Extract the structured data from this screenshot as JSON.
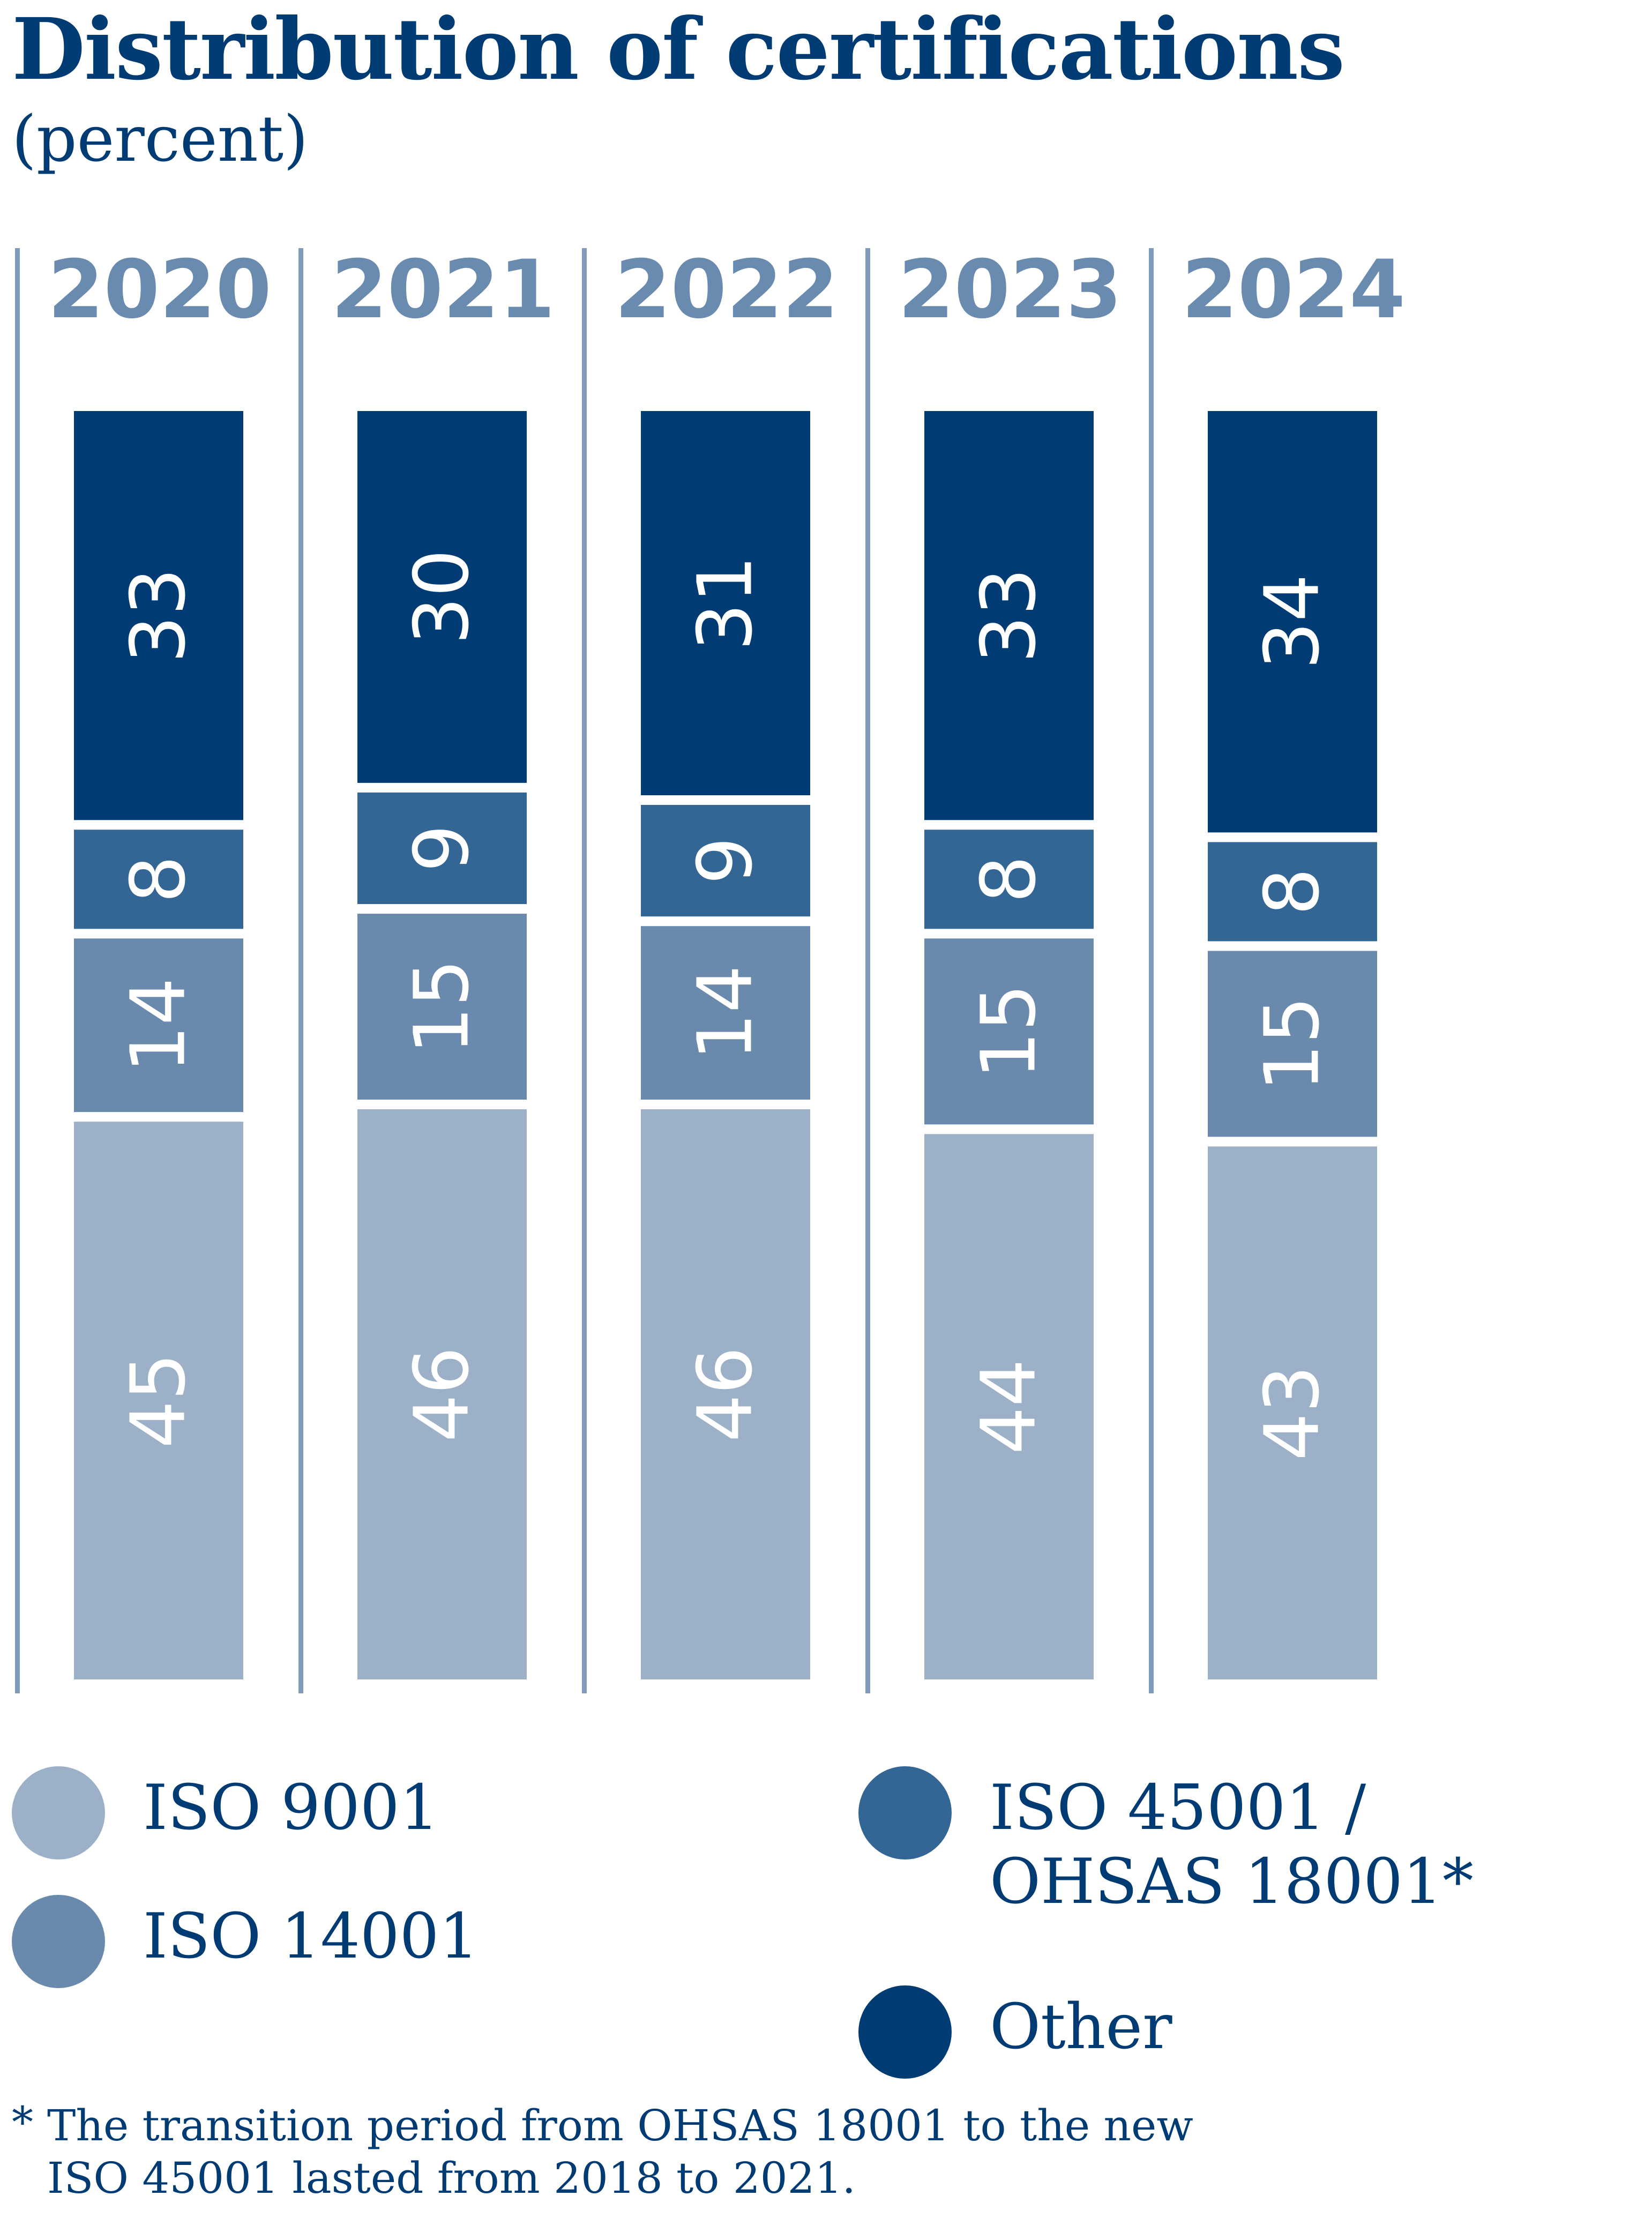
{
  "title": "Distribution of certifications",
  "subtitle": "(percent)",
  "colors": {
    "iso9001": "#9cb1c8",
    "iso14001": "#6989ad",
    "iso45001": "#336694",
    "other": "#003b73",
    "year_label": "#6a8bb0",
    "divider": "#7e9bbb"
  },
  "chart_data": {
    "type": "bar",
    "stacked": true,
    "orientation": "vertical",
    "categories": [
      "2020",
      "2021",
      "2022",
      "2023",
      "2024"
    ],
    "series": [
      {
        "name": "ISO 9001",
        "color": "#9cb1c8",
        "values": [
          45,
          46,
          46,
          44,
          43
        ]
      },
      {
        "name": "ISO 14001",
        "color": "#6989ad",
        "values": [
          14,
          15,
          14,
          15,
          15
        ]
      },
      {
        "name": "ISO 45001 / OHSAS 18001*",
        "color": "#336694",
        "values": [
          8,
          9,
          9,
          8,
          8
        ]
      },
      {
        "name": "Other",
        "color": "#003b73",
        "values": [
          33,
          30,
          31,
          33,
          34
        ]
      }
    ],
    "data_labels": "rotated-90",
    "grid": false,
    "legend_placement": "bottom",
    "xlabel": "",
    "ylabel": ""
  },
  "legend": {
    "items": [
      {
        "label_lines": [
          "ISO 9001"
        ],
        "color": "#9cb1c8"
      },
      {
        "label_lines": [
          "ISO 14001"
        ],
        "color": "#6989ad"
      },
      {
        "label_lines": [
          "ISO 45001 /",
          "OHSAS 18001*"
        ],
        "color": "#336694"
      },
      {
        "label_lines": [
          "Other"
        ],
        "color": "#003b73"
      }
    ]
  },
  "footnote": {
    "star": "*",
    "line1": "The transition period from OHSAS 18001 to the new",
    "line2": "ISO 45001 lasted from 2018 to 2021."
  }
}
